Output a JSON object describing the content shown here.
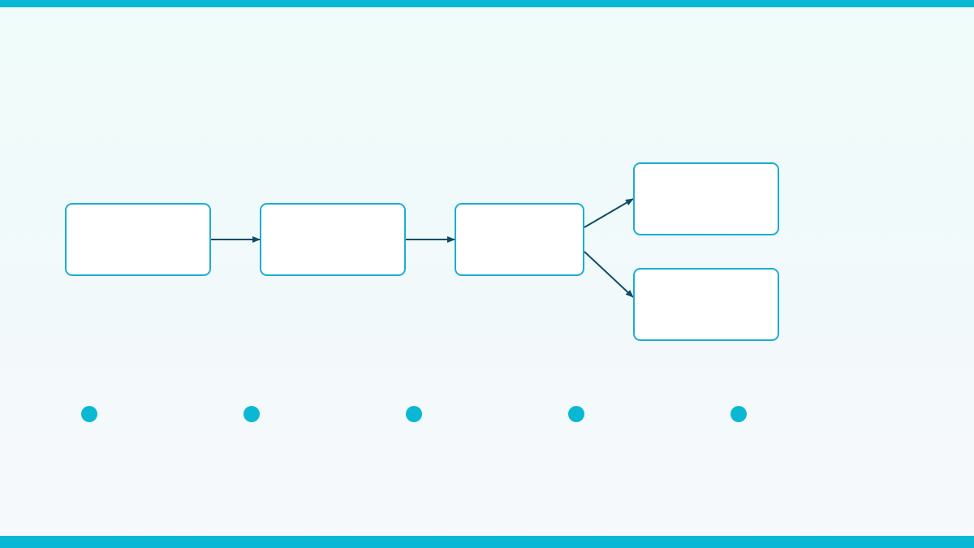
{
  "diagram": {
    "nodes": [
      {
        "id": "node-1",
        "label": ""
      },
      {
        "id": "node-2",
        "label": ""
      },
      {
        "id": "node-3",
        "label": ""
      },
      {
        "id": "node-4",
        "label": ""
      },
      {
        "id": "node-5",
        "label": ""
      }
    ],
    "edges": [
      {
        "from": "node-1",
        "to": "node-2"
      },
      {
        "from": "node-2",
        "to": "node-3"
      },
      {
        "from": "node-3",
        "to": "node-4"
      },
      {
        "from": "node-3",
        "to": "node-5"
      }
    ],
    "timeline_dots": 5
  },
  "colors": {
    "accent": "#0bb8d3",
    "box_border": "#1aaed0",
    "box_fill": "#ffffff",
    "arrow": "#0f4d66",
    "background_top": "#effcfa",
    "background_bottom": "#f7f9fc"
  }
}
